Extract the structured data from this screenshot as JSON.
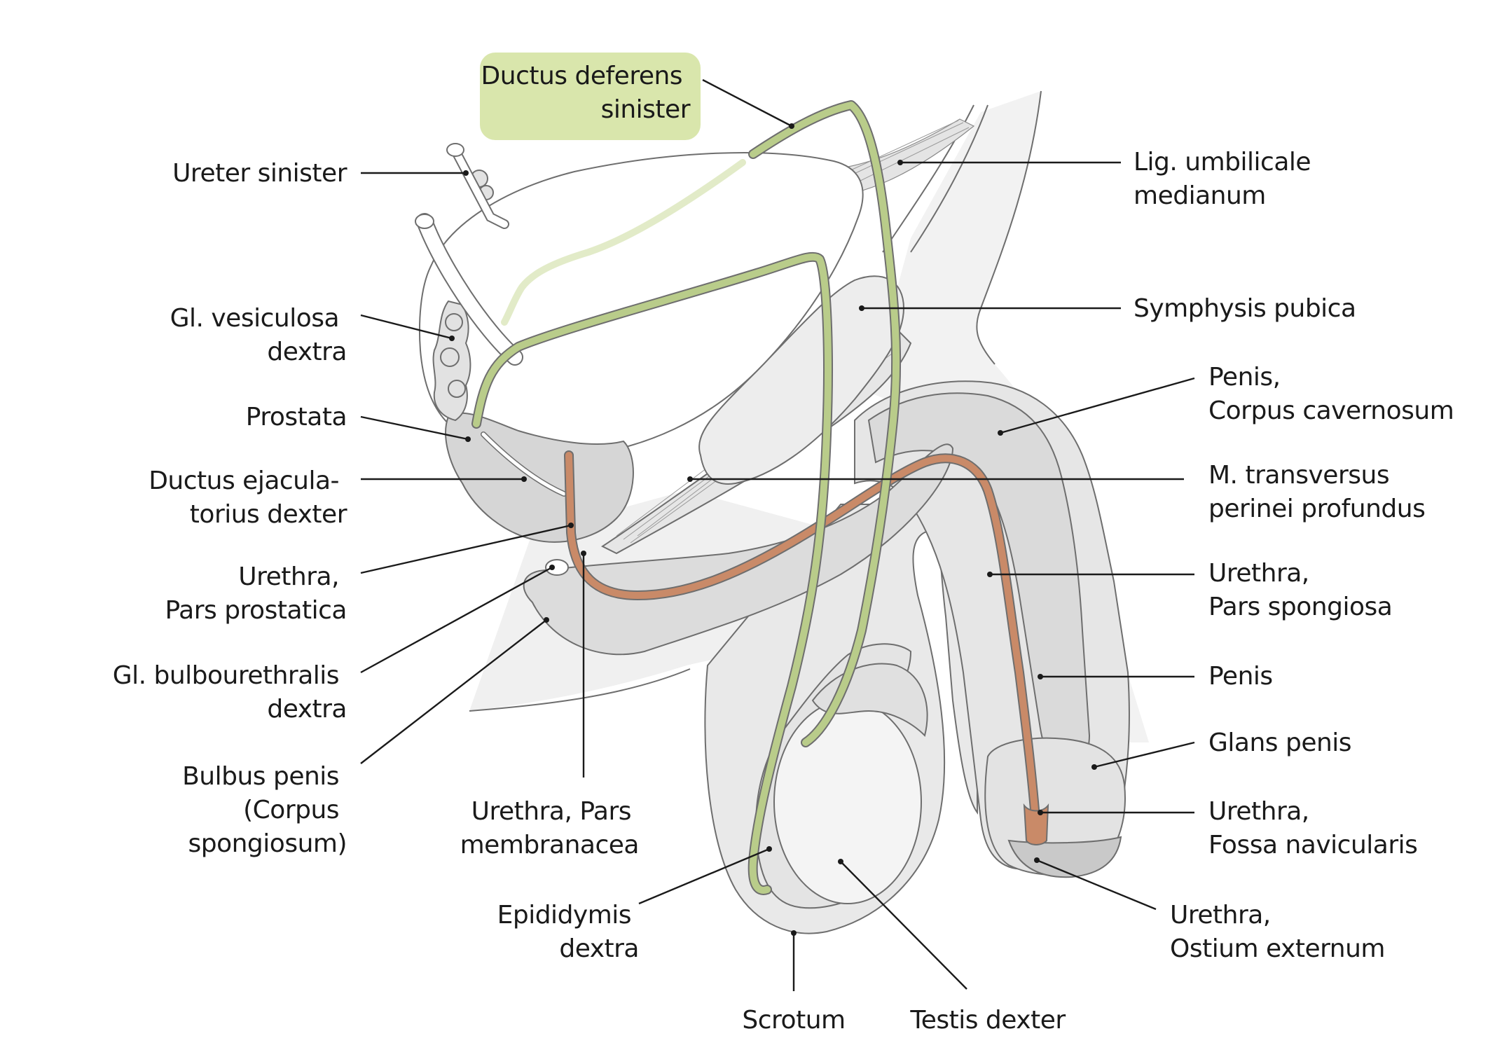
{
  "colors": {
    "tissue_light": "#efefef",
    "tissue_mid": "#dddddd",
    "tissue_dark": "#cfcfcf",
    "outline": "#6e6e6e",
    "ductus_deferens": "#b9cc8a",
    "ductus_deferens_light": "#e2ebc8",
    "urethra": "#c98a68",
    "highlight_box": "#d9e6ac"
  },
  "labels": {
    "ductus_deferens_sinister": [
      "Ductus deferens",
      "sinister"
    ],
    "ureter_sinister": [
      "Ureter sinister"
    ],
    "gl_vesiculosa_dextra": [
      "Gl. vesiculosa",
      "dextra"
    ],
    "prostata": [
      "Prostata"
    ],
    "ductus_ejaculatorius_dexter": [
      "Ductus ejacula-",
      "torius dexter"
    ],
    "urethra_pars_prostatica": [
      "Urethra,",
      "Pars prostatica"
    ],
    "gl_bulbourethralis_dextra": [
      "Gl. bulbourethralis",
      "dextra"
    ],
    "bulbus_penis": [
      "Bulbus penis",
      "(Corpus",
      "spongiosum)"
    ],
    "urethra_pars_membranacea": [
      "Urethra, Pars",
      "membranacea"
    ],
    "epididymis_dextra": [
      "Epididymis",
      "dextra"
    ],
    "scrotum": [
      "Scrotum"
    ],
    "testis_dexter": [
      "Testis dexter"
    ],
    "lig_umbilicale_medianum": [
      "Lig. umbilicale",
      "medianum"
    ],
    "symphysis_pubica": [
      "Symphysis pubica"
    ],
    "penis_corpus_cavernosum": [
      "Penis,",
      "Corpus cavernosum"
    ],
    "m_transversus_perinei_profundus": [
      "M. transversus",
      "perinei profundus"
    ],
    "urethra_pars_spongiosa": [
      "Urethra,",
      "Pars spongiosa"
    ],
    "penis": [
      "Penis"
    ],
    "glans_penis": [
      "Glans penis"
    ],
    "urethra_fossa_navicularis": [
      "Urethra,",
      "Fossa navicularis"
    ],
    "urethra_ostium_externum": [
      "Urethra,",
      "Ostium externum"
    ]
  }
}
